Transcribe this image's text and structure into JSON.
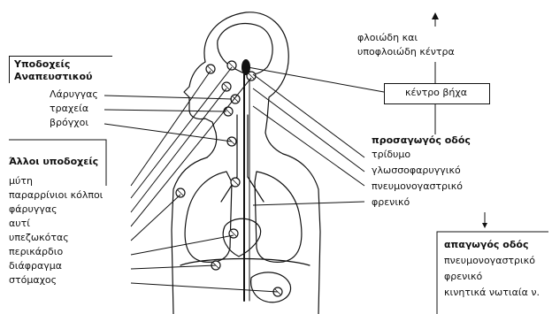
{
  "diagram": {
    "left_box_title_line1": "Υποδοχείς",
    "left_box_title_line2": "Αναπευστικού",
    "resp_receptors": [
      "Λάρυγγας",
      "τραχεία",
      "βρόγχοι"
    ],
    "other_title": "Άλλοι υποδοχείς",
    "other_receptors": [
      "μύτη",
      "παραρρίνιοι κόλποι",
      "φάρυγγας",
      "αυτί",
      "υπεζωκότας",
      "περικάρδιο",
      "διάφραγμα",
      "στόμαχος"
    ],
    "cortex_line1": "φλοιώδη και",
    "cortex_line2": "υποφλοιώδη κέντρα",
    "cough_center": "κέντρο βήχα",
    "afferent_title": "προσαγωγός οδός",
    "afferent_items": [
      "τρίδυμο",
      "γλωσσοφαρυγγικό",
      "πνευμονογαστρικό",
      "φρενικό"
    ],
    "efferent_title": "απαγωγός οδός",
    "efferent_items": [
      "πνευμονογαστρικό",
      "φρενικό",
      "κινητικά νωτιαία ν."
    ]
  },
  "colors": {
    "ink": "#111111",
    "paper": "#ffffff"
  }
}
